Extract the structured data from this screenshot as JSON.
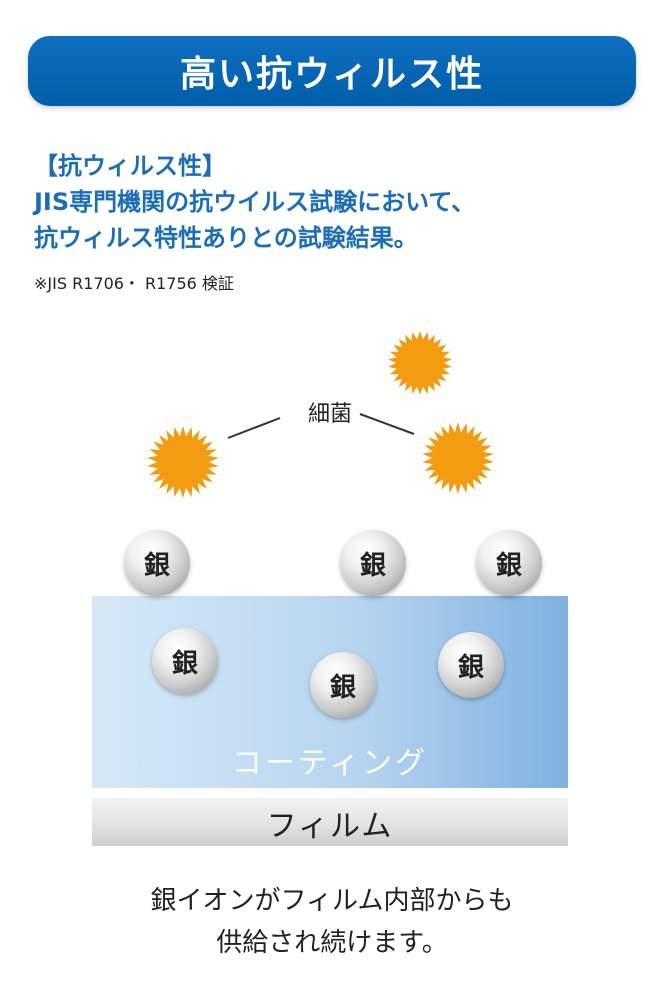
{
  "banner": {
    "title": "高い抗ウィルス性"
  },
  "lead": {
    "line1": "【抗ウィルス性】",
    "line2": "JIS専門機関の抗ウイルス試験において、",
    "line3": "抗ウィルス特性ありとの試験結果。"
  },
  "note": "※JIS R1706・ R1756 検証",
  "diagram": {
    "bacteria_label": "細菌",
    "silver_label": "銀",
    "coating_label": "コーティング",
    "film_label": "フィルム"
  },
  "footer": {
    "line1": "銀イオンがフィルム内部からも",
    "line2": "供給され続けます。"
  },
  "colors": {
    "banner_blue": "#0a68b8",
    "lead_blue": "#1a6db6",
    "bacteria_orange": "#f39c12",
    "coating_blue_light": "#d3e7f7",
    "coating_blue_dark": "#7fb1e0",
    "film_gray": "#e2e2e2"
  }
}
